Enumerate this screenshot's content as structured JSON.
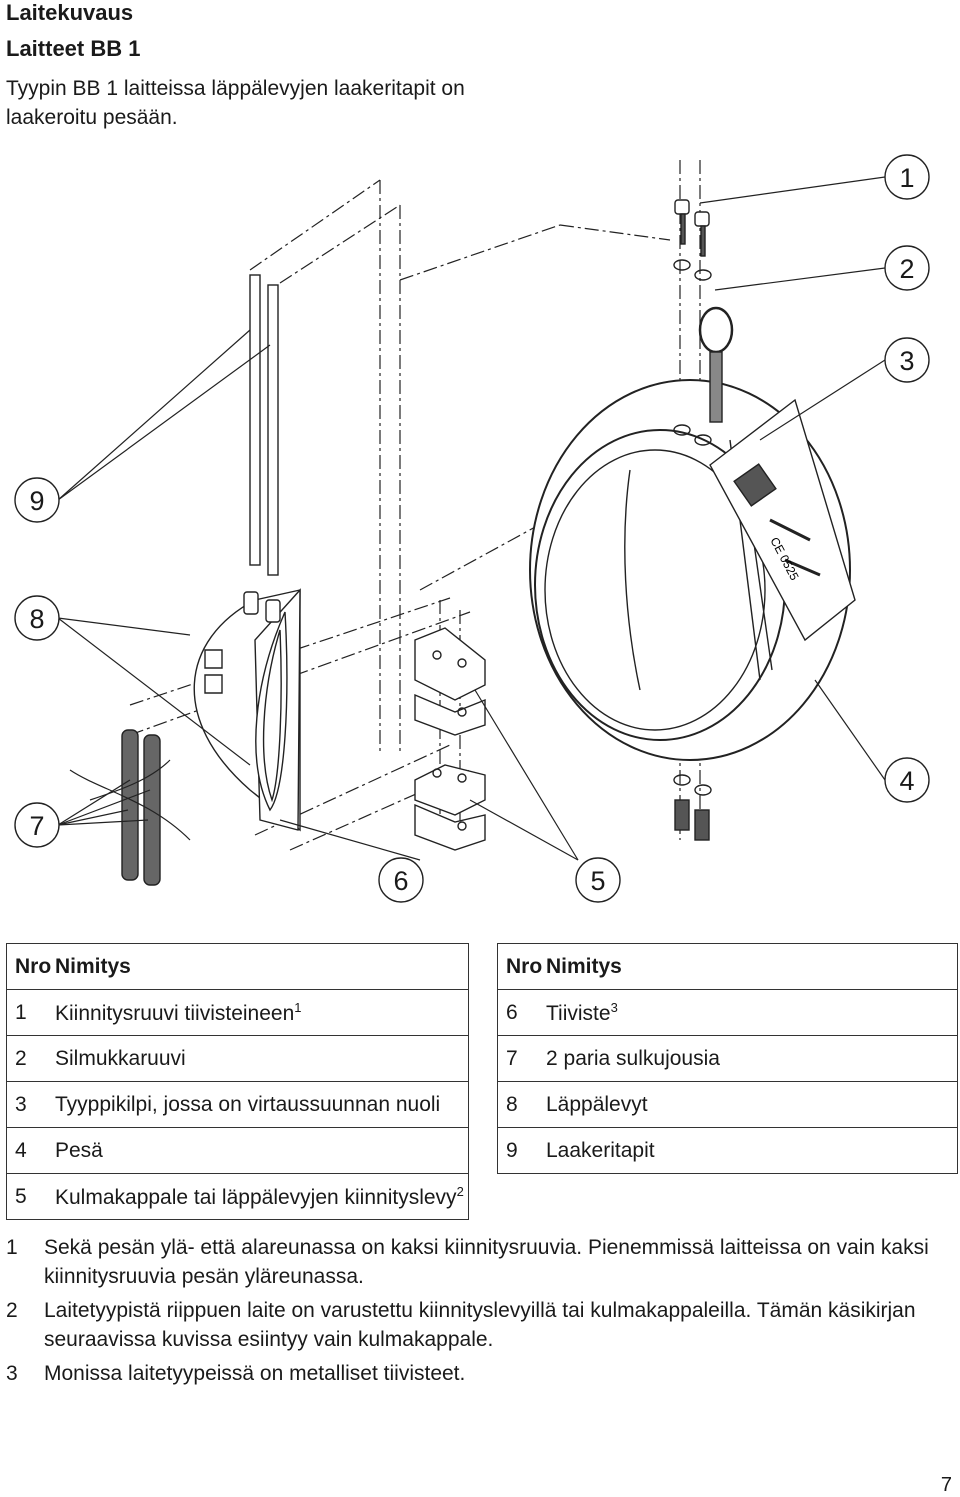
{
  "header": {
    "title": "Laitekuvaus",
    "subtitle": "Laitteet BB 1",
    "intro": "Tyypin BB 1 laitteissa läppälevyjen laakeritapit on laakeroitu pesään."
  },
  "figure": {
    "callouts": [
      "1",
      "2",
      "3",
      "4",
      "5",
      "6",
      "7",
      "8",
      "9"
    ],
    "nameplate_text": "CE 0525"
  },
  "tables": [
    {
      "header": {
        "nro": "Nro",
        "name": "Nimitys"
      },
      "rows": [
        {
          "nro": "1",
          "name": "Kiinnitysruuvi tiivisteineen",
          "sup": "1"
        },
        {
          "nro": "2",
          "name": "Silmukkaruuvi",
          "sup": ""
        },
        {
          "nro": "3",
          "name": "Tyyppikilpi, jossa on virtaussuunnan nuoli",
          "sup": ""
        },
        {
          "nro": "4",
          "name": "Pesä",
          "sup": ""
        },
        {
          "nro": "5",
          "name": "Kulmakappale tai läppälevyjen kiinnityslevy",
          "sup": "2"
        }
      ]
    },
    {
      "header": {
        "nro": "Nro",
        "name": "Nimitys"
      },
      "rows": [
        {
          "nro": "6",
          "name": "Tiiviste",
          "sup": "3"
        },
        {
          "nro": "7",
          "name": "2 paria sulkujousia",
          "sup": ""
        },
        {
          "nro": "8",
          "name": "Läppälevyt",
          "sup": ""
        },
        {
          "nro": "9",
          "name": "Laakeritapit",
          "sup": ""
        }
      ]
    }
  ],
  "footnotes": [
    {
      "num": "1",
      "text": "Sekä pesän ylä- että alareunassa on kaksi kiinnitysruuvia. Pienemmissä laitteissa on vain kaksi kiinnitysruuvia pesän yläreunassa."
    },
    {
      "num": "2",
      "text": "Laitetyypistä riippuen laite on varustettu kiinnityslevyillä tai kulmakappaleilla. Tämän käsikirjan seuraavissa kuvissa esiintyy vain kulmakappale."
    },
    {
      "num": "3",
      "text": "Monissa laitetyypeissä on metalliset tiivisteet."
    }
  ],
  "page_number": "7"
}
